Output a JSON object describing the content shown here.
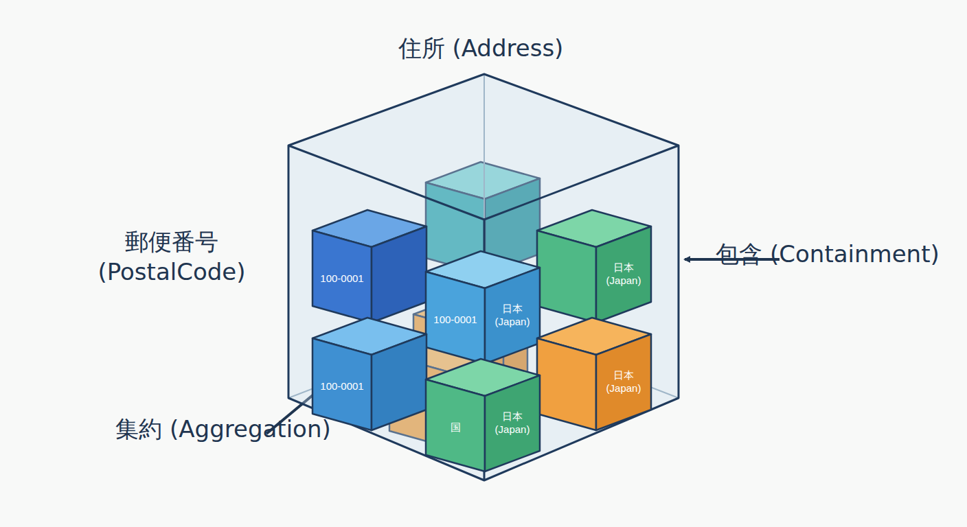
{
  "diagram": {
    "title": "住所 (Address)",
    "nodes": [
      {
        "text": [
          "住所 (Address)"
        ]
      },
      {
        "text": [
          "100-0001"
        ],
        "in": 0
      },
      {
        "text": [
          "日本 (Japan)"
        ],
        "in": 0
      },
      {
        "text": [
          "100-0001",
          "日本 (Japan)"
        ],
        "in": 0
      },
      {
        "text": [
          "100-0001"
        ],
        "in": 0
      },
      {
        "text": [
          "日本 (Japan)"
        ],
        "in": 0
      },
      {
        "text": [
          "国",
          "日本 (Japan)"
        ],
        "in": 0
      }
    ],
    "labels": [
      "郵便番号 (PostalCode)",
      "包含 (Containment)",
      "集約 (Aggregation)"
    ]
  }
}
